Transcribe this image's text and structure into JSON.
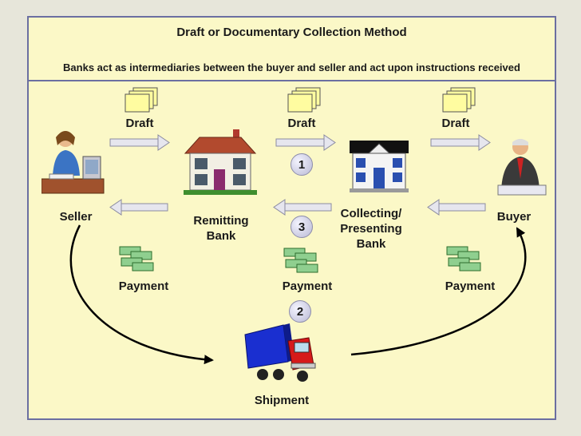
{
  "title": "Draft or Documentary Collection Method",
  "subtitle": "Banks act as intermediaries between the buyer and seller and act upon instructions received",
  "labels": {
    "draft": "Draft",
    "seller": "Seller",
    "remitting_bank": [
      "Remitting",
      "Bank"
    ],
    "collecting_bank": [
      "Collecting/",
      "Presenting",
      "Bank"
    ],
    "buyer": "Buyer",
    "payment": "Payment",
    "shipment": "Shipment"
  },
  "steps": [
    "1",
    "2",
    "3"
  ],
  "icons": [
    "document-stack-icon",
    "house-icon",
    "bank-building-icon",
    "seller-person-icon",
    "buyer-person-icon",
    "money-stack-icon",
    "truck-icon"
  ]
}
